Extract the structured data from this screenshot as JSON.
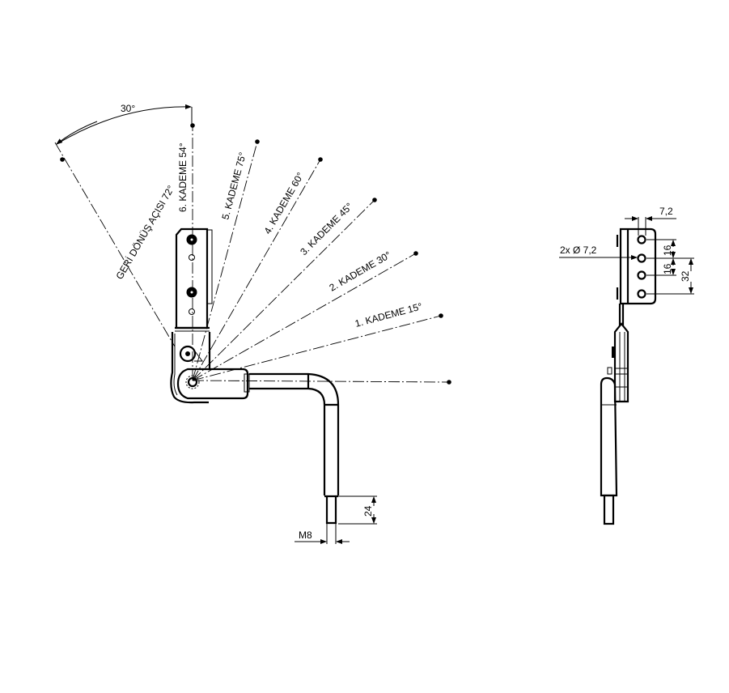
{
  "drawing": {
    "title": "Hinge assembly technical drawing",
    "line_color": "#000000",
    "background": "#ffffff"
  },
  "front_view": {
    "angle_dimension": "30°",
    "return_angle_label": "GERİ DÖNÜŞ AÇISI 72°",
    "positions": [
      {
        "label": "1. KADEME 15°"
      },
      {
        "label": "2. KADEME 30°"
      },
      {
        "label": "3. KADEME 45°"
      },
      {
        "label": "4. KADEME 60°"
      },
      {
        "label": "5. KADEME 75°"
      },
      {
        "label": "6. KADEME 54°"
      }
    ],
    "thread_length": "24",
    "thread_size": "M8"
  },
  "side_view": {
    "hole_spacing_width": "7,2",
    "hole_callout": "2x Ø 7,2",
    "pitch_1": "16",
    "pitch_2": "16",
    "total_pitch": "32"
  }
}
